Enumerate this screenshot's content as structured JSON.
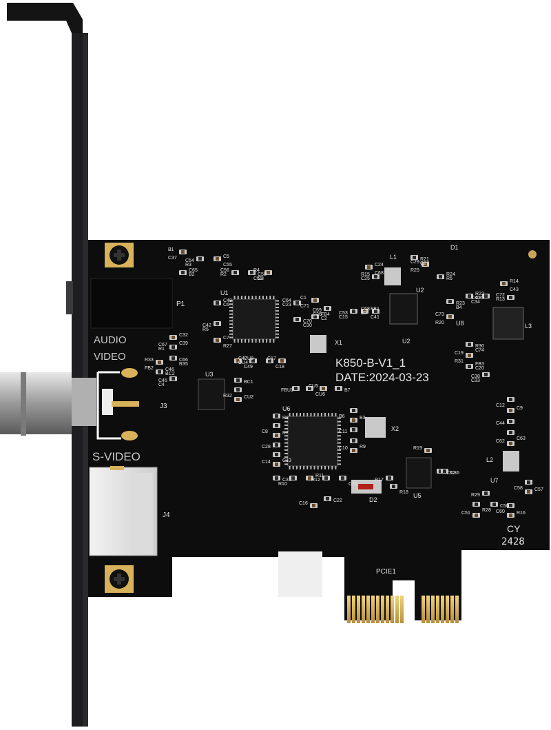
{
  "board": {
    "model": "K850-B-V1_1",
    "date": "DATE:2024-03-23",
    "maker_mark": "CY",
    "maker_code": "2428"
  },
  "port_labels": {
    "audio": "AUDIO",
    "video": "VIDEO",
    "svideo": "S-VIDEO",
    "j3": "J3",
    "j4": "J4",
    "p1": "P1",
    "pcie": "PCIE1"
  },
  "chips": {
    "u1": "U1",
    "u2a": "U2",
    "u2b": "U2",
    "u3": "U3",
    "u5": "U5",
    "u6": "U6",
    "u7": "U7",
    "u8": "U8",
    "x1": "X1",
    "x2": "X2",
    "l1": "L1",
    "l2": "L2",
    "l3": "L3",
    "d1": "D1",
    "d2": "D2"
  },
  "components": [
    "B1",
    "B2",
    "R3",
    "C5",
    "R2",
    "C3",
    "R4",
    "C6",
    "R5",
    "C7",
    "C23",
    "C30",
    "C1",
    "C2",
    "C26",
    "C24",
    "C25",
    "C27",
    "C29",
    "R6",
    "C15",
    "FB1",
    "B5",
    "B4",
    "C73",
    "C35",
    "C34",
    "R14",
    "R13",
    "C74",
    "C19",
    "C20",
    "C33",
    "C32",
    "R1",
    "R35",
    "R33",
    "BC2",
    "C4",
    "CU8",
    "CU4",
    "C18",
    "C17",
    "BC1",
    "R32",
    "CU2",
    "FBU1",
    "CU6",
    "CU5",
    "B7",
    "B6",
    "B3",
    "C11",
    "R9",
    "C10",
    "R8",
    "C8",
    "R7",
    "C28",
    "C13",
    "C14",
    "C31",
    "R10",
    "R11",
    "R12",
    "C21",
    "C16",
    "C22",
    "C12",
    "C9",
    "C44",
    "C63",
    "C62",
    "C52",
    "C58",
    "C57",
    "R29",
    "R28",
    "C51",
    "C50",
    "C60",
    "R16",
    "R17",
    "R18",
    "R19",
    "C36",
    "C37",
    "C65",
    "C54",
    "C55",
    "C56",
    "C58",
    "C59",
    "C48",
    "C42",
    "R27",
    "C64",
    "C70",
    "C71",
    "FB4",
    "C69",
    "C68",
    "R15",
    "R21",
    "R25",
    "R24",
    "C53",
    "C41",
    "C68",
    "R23",
    "R20",
    "R22",
    "C40",
    "C43",
    "C72",
    "R30",
    "R31",
    "FB3",
    "C38",
    "C39",
    "C67",
    "C66",
    "FB2",
    "C46",
    "C45",
    "C49",
    "C47"
  ],
  "colors": {
    "pcb": "#0d0d0e",
    "bracket": "#161617",
    "silkscreen": "#e6e6e6",
    "gold": "#d8b25a",
    "pad": "#c9c9c9"
  },
  "icons": [
    "bnc-connector",
    "svideo-connector",
    "screw",
    "gold-finger-contacts"
  ]
}
